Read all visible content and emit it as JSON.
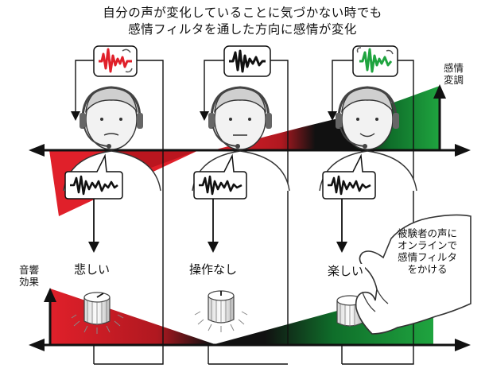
{
  "title": {
    "line1": "自分の声が変化していることに気づかない時でも",
    "line2": "感情フィルタを通した方向に感情が変化"
  },
  "labels": {
    "emotion_change_1": "感情",
    "emotion_change_2": "変調",
    "sound_effect_1": "音響",
    "sound_effect_2": "効果",
    "sad": "悲しい",
    "no_operation": "操作なし",
    "happy": "楽しい",
    "note_line1": "被験者の声に",
    "note_line2": "オンラインで",
    "note_line3": "感情フィルタ",
    "note_line4": "をかける"
  },
  "colors": {
    "sad_red": "#e0202a",
    "happy_green": "#1fa43f",
    "dark": "#111111"
  },
  "icons": [
    "speaker-wave-icon",
    "headset-person-icon",
    "knob-icon",
    "hand-icon",
    "waveform-icon"
  ]
}
